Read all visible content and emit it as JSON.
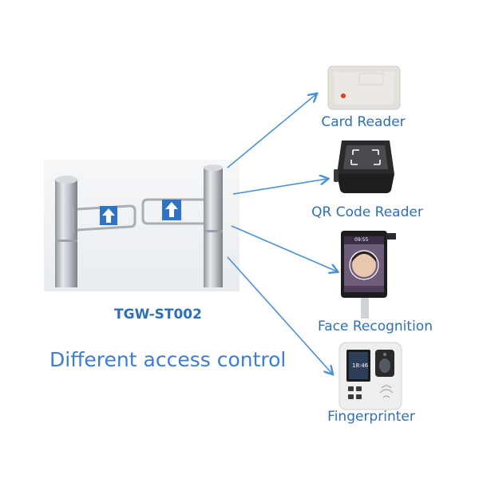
{
  "product": {
    "model": "TGW-ST002",
    "headline": "Different access control"
  },
  "devices": [
    {
      "label": "Card Reader",
      "icon": "card-reader-icon"
    },
    {
      "label": "QR Code Reader",
      "icon": "qr-reader-icon"
    },
    {
      "label": "Face Recognition",
      "icon": "face-terminal-icon",
      "screen_time": "09:55"
    },
    {
      "label": "Fingerprinter",
      "icon": "fingerprint-terminal-icon",
      "screen_time": "18:46"
    }
  ],
  "colors": {
    "label_blue": "#2f6fb5",
    "headline_blue": "#3b7dd8",
    "arrow_blue": "#4a90d9",
    "sign_blue": "#2e73c6"
  }
}
